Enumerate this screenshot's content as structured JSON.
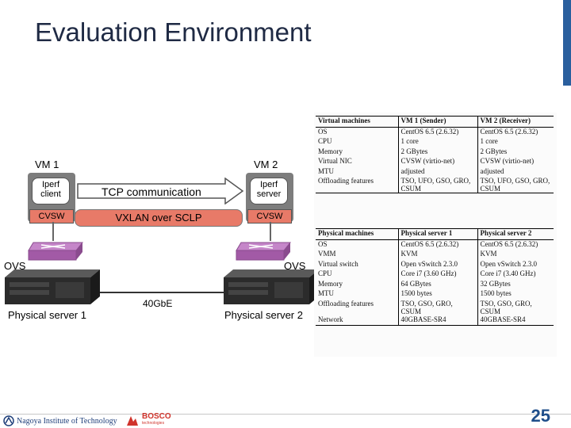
{
  "slide": {
    "title": "Evaluation Environment",
    "page_number": "25",
    "accent_color": "#2a5f9e"
  },
  "footer": {
    "logo1_text": "Nagoya Institute of Technology",
    "logo2_text": "BOSCO",
    "logo2_sub": "technologies"
  },
  "diagram": {
    "vm1_label": "VM 1",
    "vm2_label": "VM 2",
    "app1": "Iperf client",
    "app2": "Iperf server",
    "cvsw_label": "CVSW",
    "tcp_label": "TCP communication",
    "vxlan_label": "VXLAN over SCLP",
    "ovs_label": "OVS",
    "server1_label": "Physical server 1",
    "server2_label": "Physical server 2",
    "link_label": "40GbE"
  },
  "vm_table": {
    "headers": [
      "Virtual machines",
      "VM 1 (Sender)",
      "VM 2 (Receiver)"
    ],
    "rows": [
      [
        "OS",
        "CentOS 6.5 (2.6.32)",
        "CentOS 6.5 (2.6.32)"
      ],
      [
        "CPU",
        "1 core",
        "1 core"
      ],
      [
        "Memory",
        "2 GBytes",
        "2 GBytes"
      ],
      [
        "Virtual NIC",
        "CVSW (virtio-net)",
        "CVSW (virtio-net)"
      ],
      [
        "MTU",
        "adjusted",
        "adjusted"
      ],
      [
        "Offloading features",
        "TSO, UFO, GSO, GRO, CSUM",
        "TSO, UFO, GSO, GRO, CSUM"
      ]
    ]
  },
  "pm_table": {
    "headers": [
      "Physical machines",
      "Physical server 1",
      "Physical server 2"
    ],
    "rows": [
      [
        "OS",
        "CentOS 6.5 (2.6.32)",
        "CentOS 6.5 (2.6.32)"
      ],
      [
        "VMM",
        "KVM",
        "KVM"
      ],
      [
        "Virtual switch",
        "Open vSwitch 2.3.0",
        "Open vSwitch 2.3.0"
      ],
      [
        "CPU",
        "Core i7 (3.60 GHz)",
        "Core i7 (3.40 GHz)"
      ],
      [
        "Memory",
        "64 GBytes",
        "32 GBytes"
      ],
      [
        "MTU",
        "1500 bytes",
        "1500 bytes"
      ],
      [
        "Offloading features",
        "TSO, GSO, GRO, CSUM",
        "TSO, GSO, GRO, CSUM"
      ],
      [
        "Network",
        "40GBASE-SR4",
        "40GBASE-SR4"
      ]
    ]
  }
}
